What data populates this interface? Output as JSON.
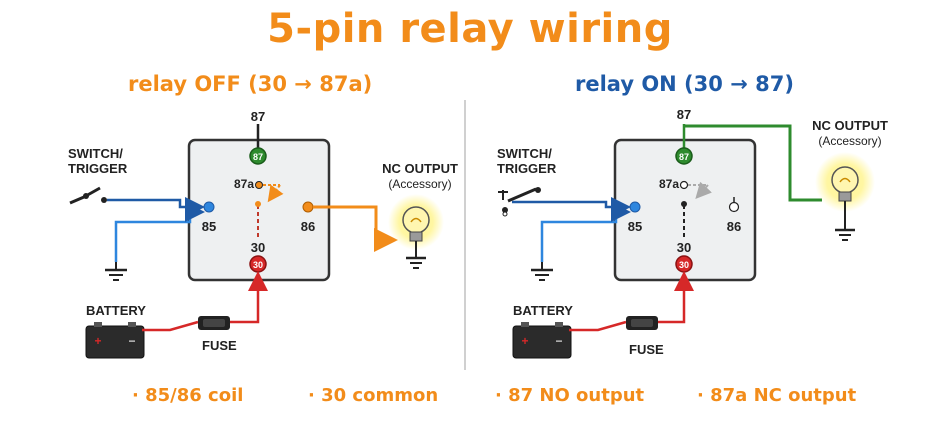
{
  "title": "5-pin relay wiring",
  "panels": {
    "left": {
      "heading": "relay OFF (30 → 87a)",
      "switch_label_1": "SWITCH/",
      "switch_label_2": "TRIGGER",
      "pin_87": "87",
      "pin_87a": "87a",
      "pin_85": "85",
      "pin_86": "86",
      "pin_30": "30",
      "output_label_1": "NC OUTPUT",
      "output_label_2": "(Accessory)",
      "battery_label": "BATTERY",
      "fuse_label": "FUSE"
    },
    "right": {
      "heading": "relay ON (30 → 87)",
      "switch_label_1": "SWITCH/",
      "switch_label_2": "TRIGGER",
      "pin_87": "87",
      "pin_87a": "87a",
      "pin_85": "85",
      "pin_86": "86",
      "pin_30": "30",
      "output_label_1": "NC OUTPUT",
      "output_label_2": "(Accessory)",
      "battery_label": "BATTERY",
      "fuse_label": "FUSE"
    }
  },
  "legend": {
    "coil": "· 85/86 coil",
    "common": "· 30 common",
    "no_output": "· 87 NO output",
    "nc_output": "· 87a NC output"
  },
  "colors": {
    "accent_orange": "#f28c1a",
    "heading_blue": "#1f5aa6",
    "coil_wire_blue": "#2e86de",
    "no_wire_green": "#2e8b2e",
    "common_wire_red": "#d62828",
    "nc_wire_orange": "#f28c1a"
  }
}
